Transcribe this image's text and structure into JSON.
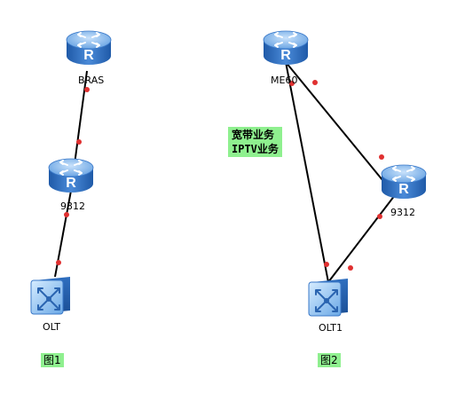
{
  "nodes": {
    "bras": {
      "label": "BRAS",
      "kind": "router",
      "icon": "router-icon"
    },
    "r9312_left": {
      "label": "9312",
      "kind": "router",
      "icon": "router-icon"
    },
    "olt": {
      "label": "OLT",
      "kind": "switch",
      "icon": "switch-icon"
    },
    "me60": {
      "label": "ME60",
      "kind": "router",
      "icon": "router-icon"
    },
    "r9312_right": {
      "label": "9312",
      "kind": "router",
      "icon": "router-icon"
    },
    "olt1": {
      "label": "OLT1",
      "kind": "switch",
      "icon": "switch-icon"
    }
  },
  "links": [
    [
      "bras",
      "r9312_left"
    ],
    [
      "r9312_left",
      "olt"
    ],
    [
      "me60",
      "olt1"
    ],
    [
      "me60",
      "r9312_right"
    ],
    [
      "r9312_right",
      "olt1"
    ]
  ],
  "figure_labels": {
    "fig1": "图1",
    "fig2": "图2"
  },
  "service_note": {
    "line1": "宽带业务",
    "line2": "IPTV业务"
  },
  "colors": {
    "router_body": "#3a78c8",
    "router_top": "#8cc0f0",
    "switch_body": "#4e88cc",
    "link": "#000000",
    "port_dot": "#e03030",
    "label_bg": "#8ff08f"
  }
}
